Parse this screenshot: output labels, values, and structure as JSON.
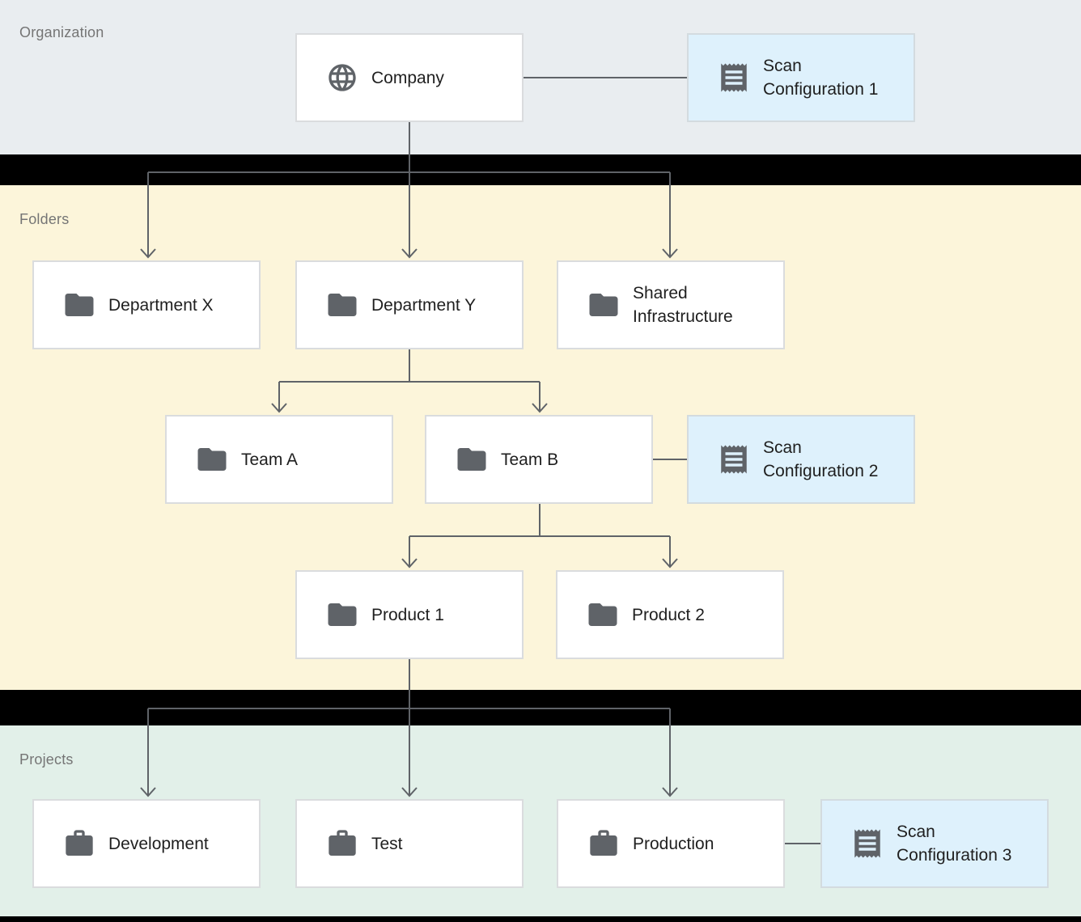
{
  "diagram": {
    "bands": [
      {
        "id": "organization",
        "label": "Organization"
      },
      {
        "id": "folders",
        "label": "Folders"
      },
      {
        "id": "projects",
        "label": "Projects"
      }
    ],
    "nodes": {
      "company": {
        "label": "Company",
        "icon": "globe-icon"
      },
      "scan_configuration_1": {
        "label": "Scan Configuration 1",
        "icon": "receipt-icon"
      },
      "department_x": {
        "label": "Department X",
        "icon": "folder-icon"
      },
      "department_y": {
        "label": "Department Y",
        "icon": "folder-icon"
      },
      "shared_infrastructure": {
        "label": "Shared Infrastructure",
        "icon": "folder-icon"
      },
      "team_a": {
        "label": "Team A",
        "icon": "folder-icon"
      },
      "team_b": {
        "label": "Team B",
        "icon": "folder-icon"
      },
      "scan_configuration_2": {
        "label": "Scan Configuration 2",
        "icon": "receipt-icon"
      },
      "product_1": {
        "label": "Product 1",
        "icon": "folder-icon"
      },
      "product_2": {
        "label": "Product 2",
        "icon": "folder-icon"
      },
      "development": {
        "label": "Development",
        "icon": "briefcase-icon"
      },
      "test": {
        "label": "Test",
        "icon": "briefcase-icon"
      },
      "production": {
        "label": "Production",
        "icon": "briefcase-icon"
      },
      "scan_configuration_3": {
        "label": "Scan Configuration 3",
        "icon": "receipt-icon"
      }
    },
    "colors": {
      "background": "#000000",
      "organization_band": "#e9edf0",
      "folders_band": "#fcf5da",
      "projects_band": "#e2f0e9",
      "node_fill": "#ffffff",
      "scan_config_fill": "#def1fc",
      "node_border": "#dadcde",
      "connector": "#5f6368",
      "icon": "#5f6368",
      "node_text": "#1f1f1f",
      "band_label_text": "#757575"
    }
  }
}
